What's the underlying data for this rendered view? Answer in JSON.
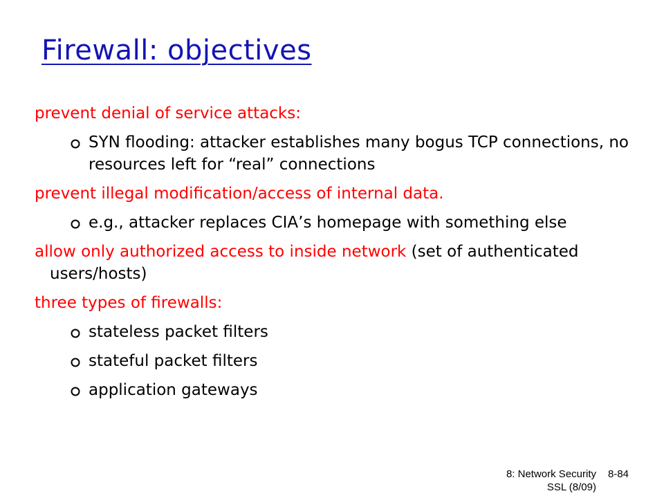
{
  "slide": {
    "title": "Firewall: objectives",
    "items": [
      {
        "level": 1,
        "parts": [
          {
            "text": "prevent denial of service attacks:",
            "color": "red"
          }
        ]
      },
      {
        "level": 2,
        "text": "SYN flooding: attacker establishes many bogus TCP connections, no resources left for “real” connections"
      },
      {
        "level": 1,
        "parts": [
          {
            "text": "prevent illegal modification/access of internal data.",
            "color": "red"
          }
        ]
      },
      {
        "level": 2,
        "text": "e.g., attacker replaces CIA’s homepage with something else"
      },
      {
        "level": 1,
        "parts": [
          {
            "text": "allow only authorized access to inside network",
            "color": "red"
          },
          {
            "text": " (set of authenticated users/hosts)",
            "color": "black"
          }
        ]
      },
      {
        "level": 1,
        "parts": [
          {
            "text": "three types of firewalls:",
            "color": "red"
          }
        ]
      },
      {
        "level": 2,
        "text": "stateless packet filters"
      },
      {
        "level": 2,
        "text": "stateful packet filters"
      },
      {
        "level": 2,
        "text": "application gateways"
      }
    ],
    "bullet_icon": "hollow-circle-bullet-icon",
    "colors": {
      "title": "#1414b4",
      "highlight": "#ff0000",
      "body": "#000000"
    }
  },
  "footer": {
    "chapter": "8: Network Security",
    "page": "8-84",
    "subtitle": "SSL (8/09)"
  }
}
